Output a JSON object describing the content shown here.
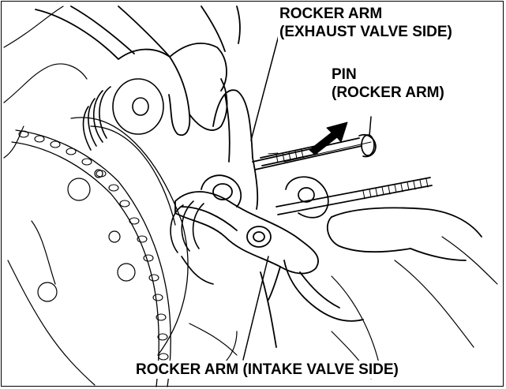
{
  "labels": {
    "rocker_exhaust_line1": "ROCKER ARM",
    "rocker_exhaust_line2": "(EXHAUST VALVE SIDE)",
    "pin_line1": "PIN",
    "pin_line2": "(ROCKER ARM)",
    "rocker_intake": "ROCKER ARM (INTAKE VALVE SIDE)"
  },
  "colors": {
    "line": "#000000",
    "background": "#ffffff"
  }
}
